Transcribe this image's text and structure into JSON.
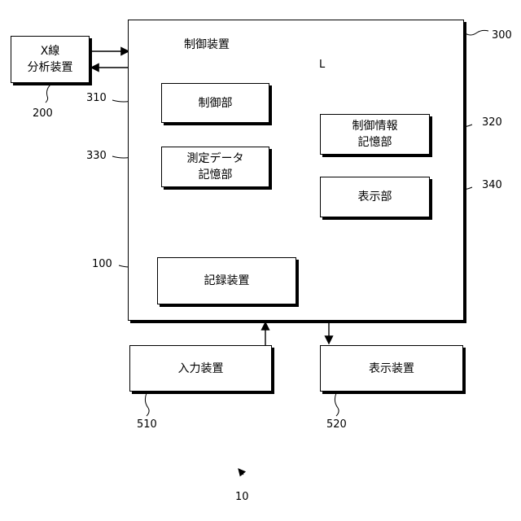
{
  "figure_number": "10",
  "control_device": {
    "title": "制御装置",
    "ref": "300"
  },
  "xray_analyzer": {
    "line1": "X線",
    "line2": "分析装置",
    "ref": "200"
  },
  "bus": {
    "label": "L"
  },
  "control_unit": {
    "label": "制御部",
    "ref": "310"
  },
  "control_info_storage": {
    "line1": "制御情報",
    "line2": "記憶部",
    "ref": "320"
  },
  "measurement_storage": {
    "line1": "測定データ",
    "line2": "記憶部",
    "ref": "330"
  },
  "display_unit": {
    "label": "表示部",
    "ref": "340"
  },
  "recording_device": {
    "label": "記録装置",
    "ref": "100"
  },
  "input_device": {
    "label": "入力装置",
    "ref": "510"
  },
  "display_device": {
    "label": "表示装置",
    "ref": "520"
  }
}
